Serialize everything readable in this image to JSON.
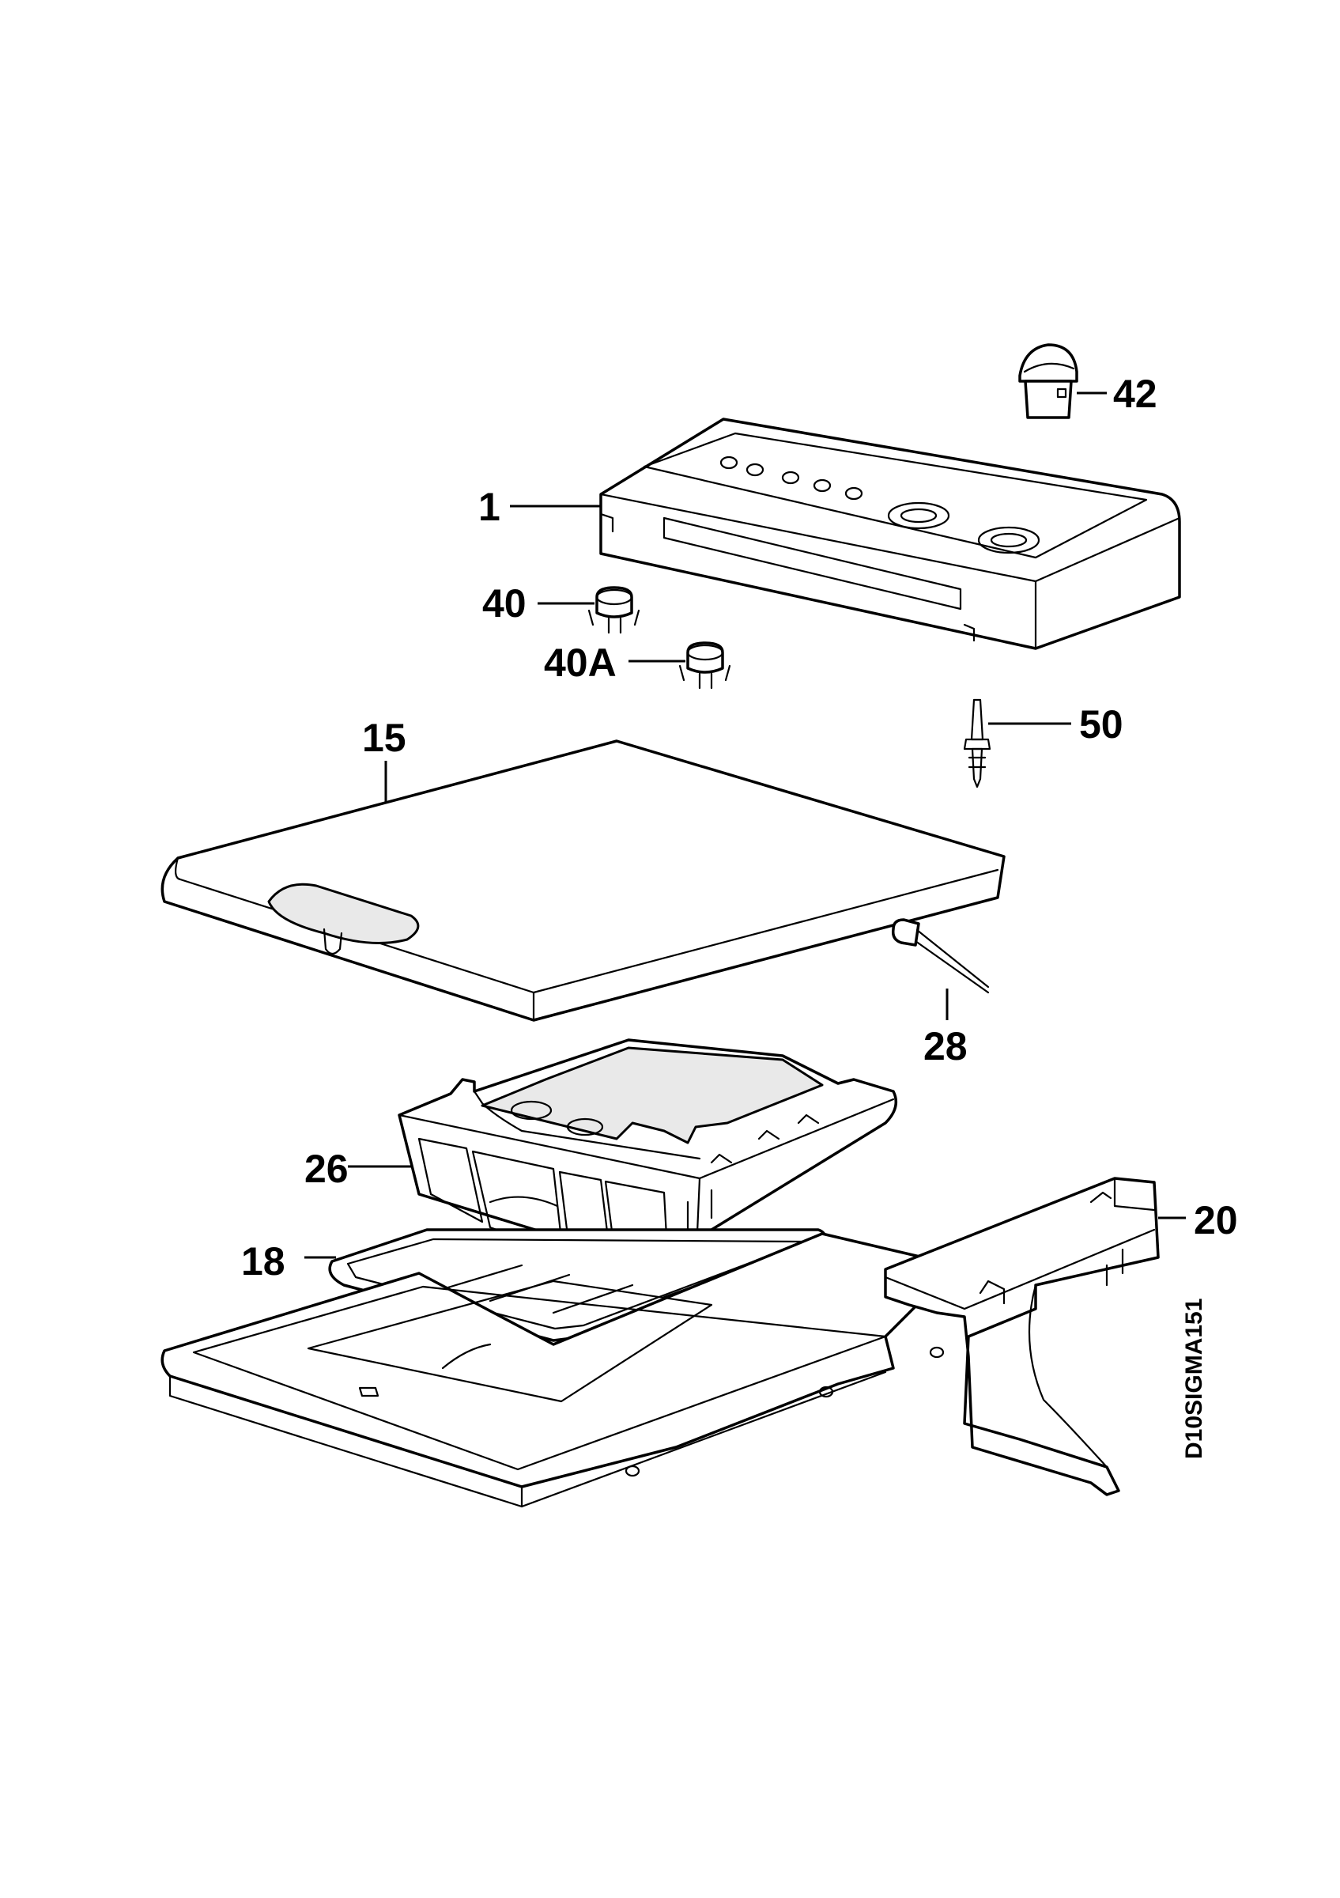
{
  "diagram": {
    "document_code": "D10SIGMA151",
    "callouts": [
      {
        "id": "42",
        "label": "42"
      },
      {
        "id": "1",
        "label": "1"
      },
      {
        "id": "40",
        "label": "40"
      },
      {
        "id": "40A",
        "label": "40A"
      },
      {
        "id": "50",
        "label": "50"
      },
      {
        "id": "15",
        "label": "15"
      },
      {
        "id": "28",
        "label": "28"
      },
      {
        "id": "26",
        "label": "26"
      },
      {
        "id": "18",
        "label": "18"
      },
      {
        "id": "20",
        "label": "20"
      }
    ]
  }
}
